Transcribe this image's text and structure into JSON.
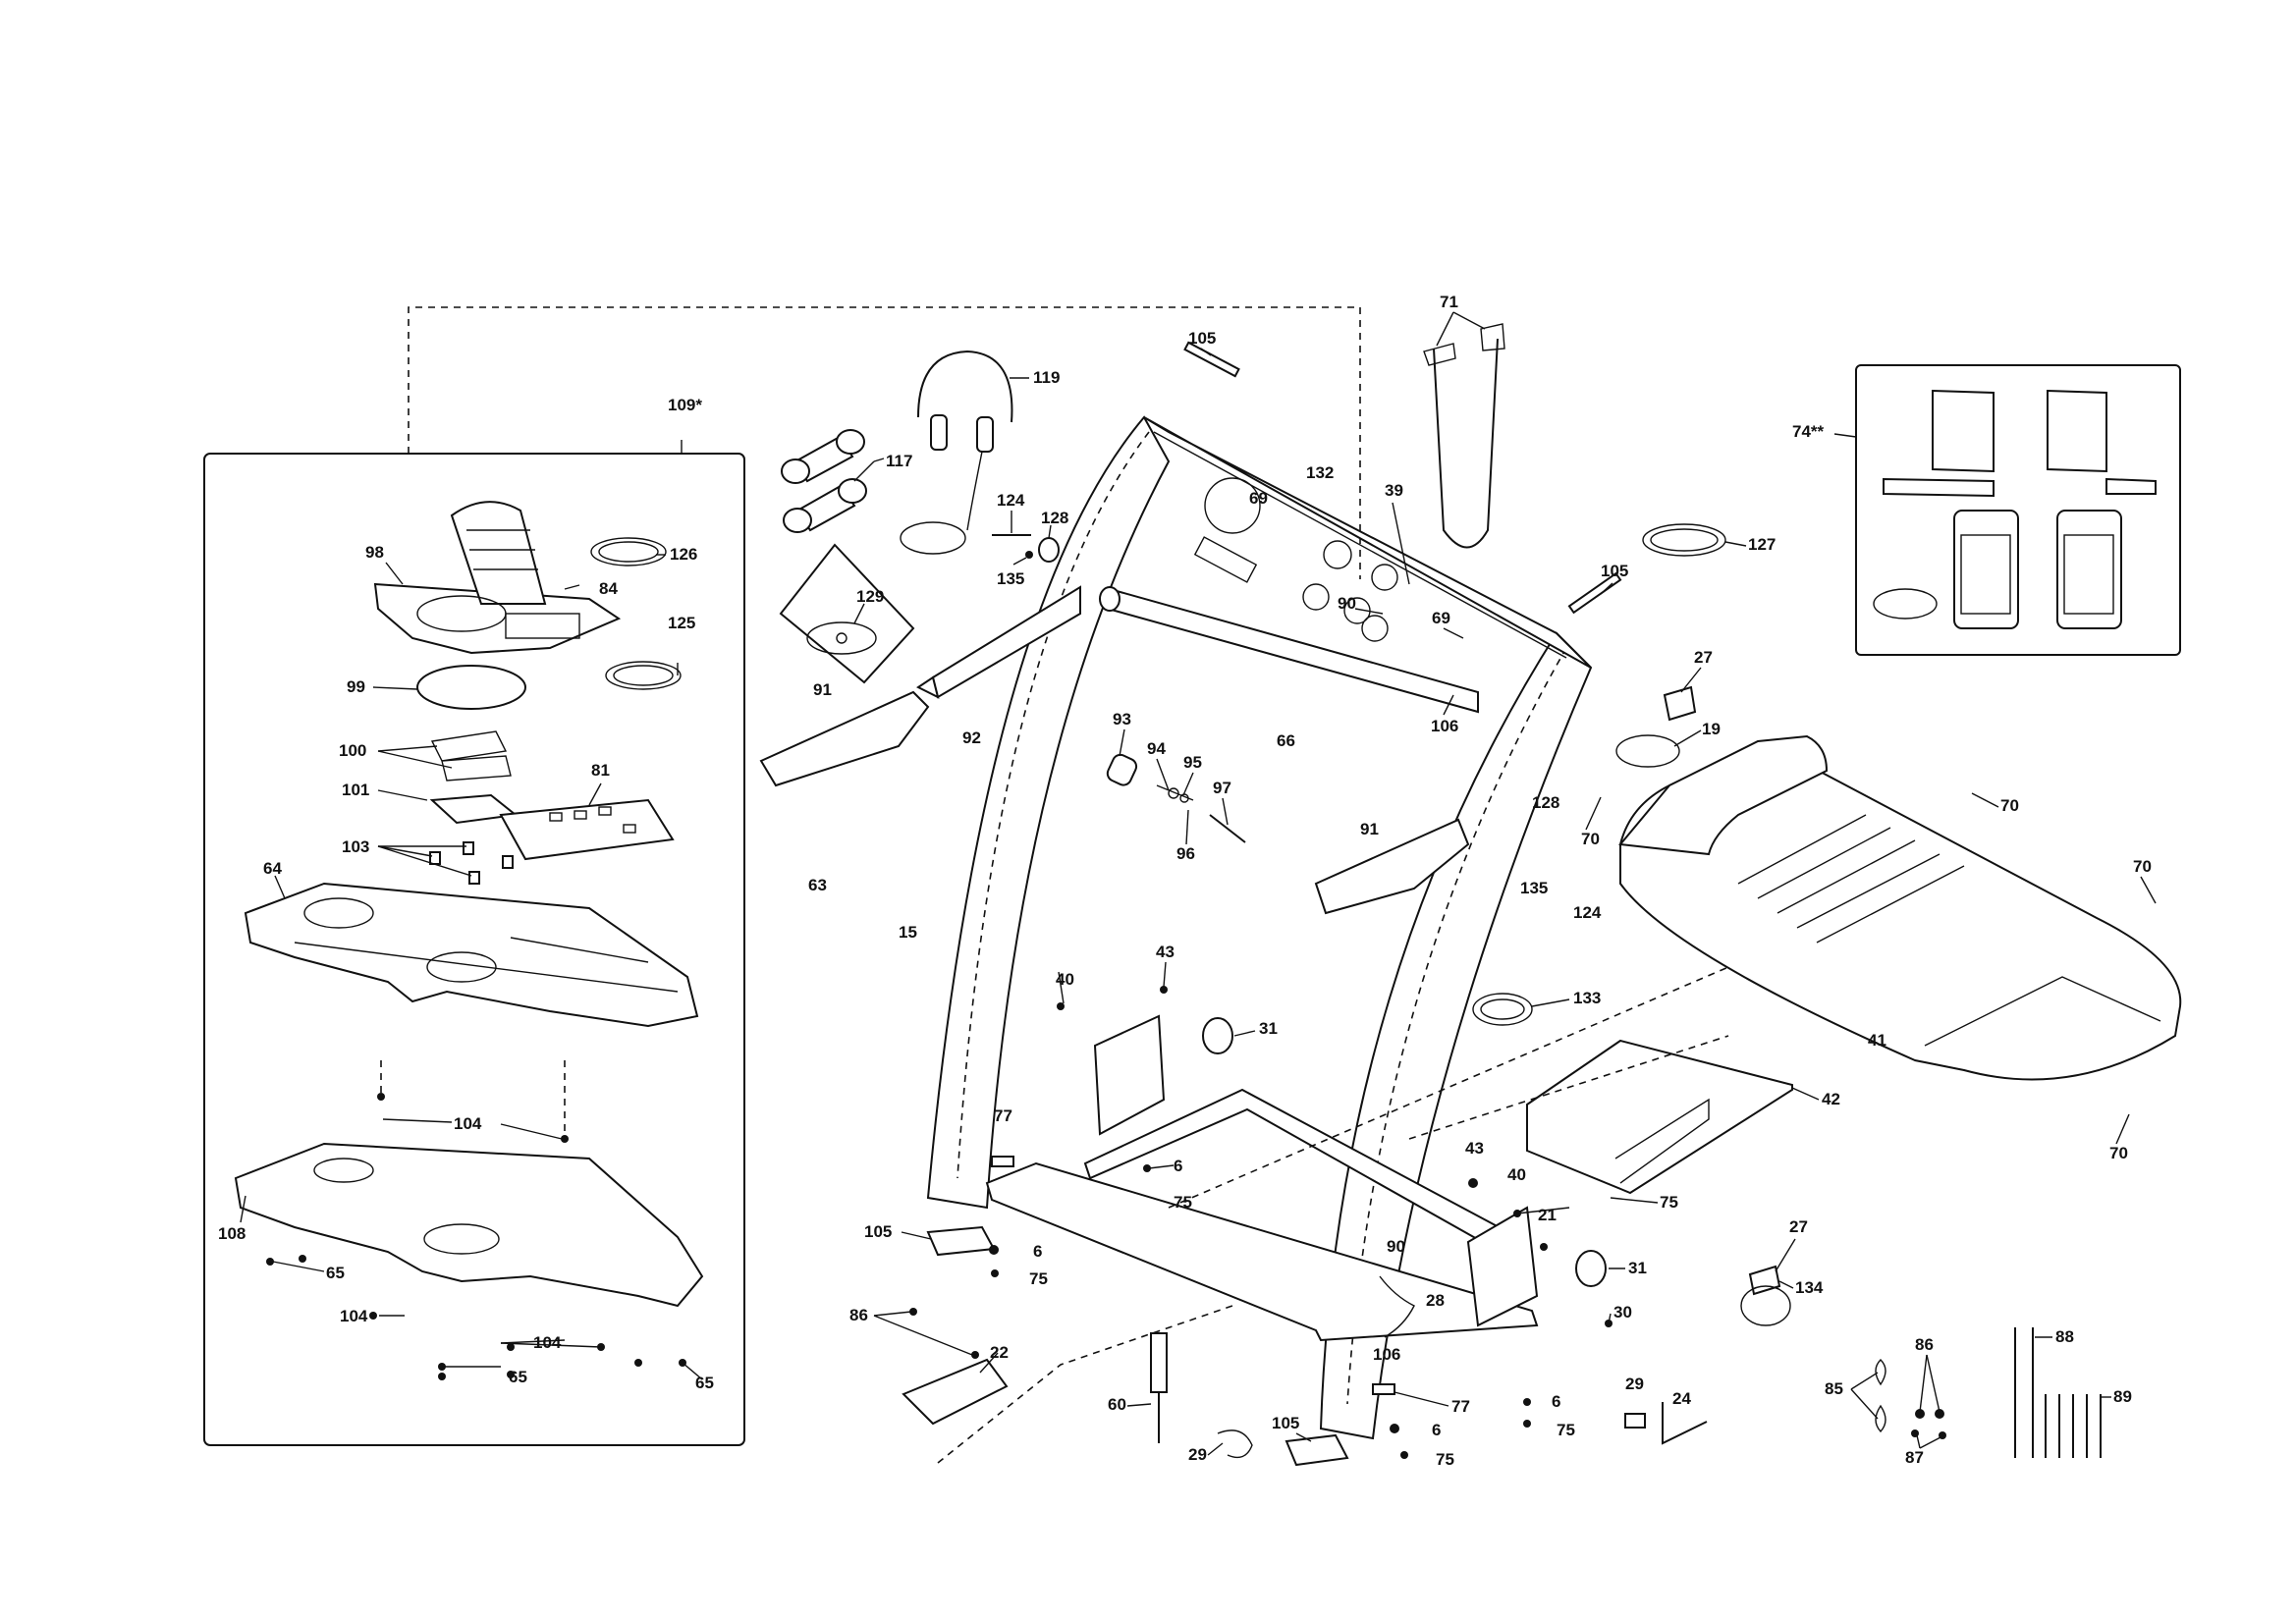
{
  "callouts": {
    "c109": "109*",
    "c98": "98",
    "c84": "84",
    "c126": "126",
    "c125": "125",
    "c99": "99",
    "c100": "100",
    "c81": "81",
    "c101": "101",
    "c103": "103",
    "c64": "64",
    "c104a": "104",
    "c108": "108",
    "c65a": "65",
    "c104b": "104",
    "c104c": "104",
    "c65b": "65",
    "c65c": "65",
    "c119": "119",
    "c117": "117",
    "c124a": "124",
    "c128a": "128",
    "c135a": "135",
    "c129": "129",
    "c91a": "91",
    "c92": "92",
    "c63": "63",
    "c15": "15",
    "c105a": "105",
    "c132": "132",
    "c69a": "69",
    "c39": "39",
    "c90a": "90",
    "c69b": "69",
    "c106a": "106",
    "c66": "66",
    "c93": "93",
    "c94": "94",
    "c95": "95",
    "c97": "97",
    "c96": "96",
    "c91b": "91",
    "c128b": "128",
    "c135b": "135",
    "c124b": "124",
    "c71": "71",
    "c105b": "105",
    "c127": "127",
    "c74": "74**",
    "c27a": "27",
    "c19": "19",
    "c70a": "70",
    "c70b": "70",
    "c70c": "70",
    "c70d": "70",
    "c41": "41",
    "c42": "42",
    "c133": "133",
    "c40a": "40",
    "c43a": "43",
    "c31a": "31",
    "c77a": "77",
    "c6a": "6",
    "c75a": "75",
    "c105c": "105",
    "c6b": "6",
    "c75b": "75",
    "c86a": "86",
    "c22": "22",
    "c60": "60",
    "c29a": "29",
    "c105d": "105",
    "c6c": "6",
    "c75c": "75",
    "c77b": "77",
    "c6d": "6",
    "c75d": "75",
    "c106b": "106",
    "c90b": "90",
    "c28": "28",
    "c43b": "43",
    "c40b": "40",
    "c21": "21",
    "c75e": "75",
    "c31b": "31",
    "c30": "30",
    "c29b": "29",
    "c24": "24",
    "c27b": "27",
    "c134": "134",
    "c86b": "86",
    "c85": "85",
    "c87": "87",
    "c88": "88",
    "c89": "89"
  }
}
